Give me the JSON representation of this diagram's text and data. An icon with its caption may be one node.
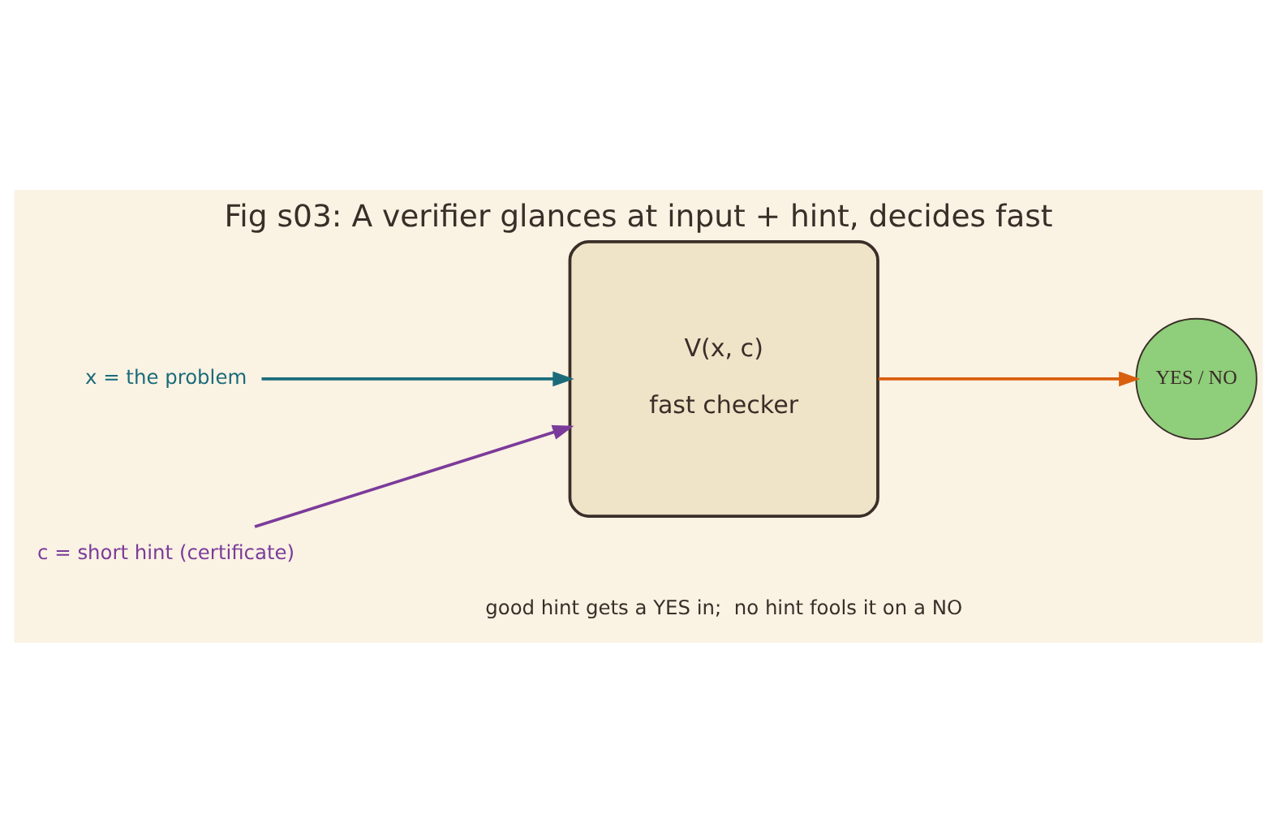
{
  "diagram": {
    "title": "Fig s03: A verifier glances at input + hint, decides fast",
    "nodes": [
      {
        "text": [
          "x = the problem"
        ]
      },
      {
        "text": [
          "c = short hint (certificate)"
        ]
      },
      {
        "text": [
          "V(x, c)",
          "fast checker"
        ]
      },
      {
        "text": [
          "YES / NO"
        ]
      }
    ],
    "edges": [
      {
        "from": 0,
        "to": 2,
        "arrow": "to",
        "color": "#1b6b7a"
      },
      {
        "from": 1,
        "to": 2,
        "arrow": "to",
        "color": "#7b3b9a"
      },
      {
        "from": 2,
        "to": 3,
        "arrow": "to",
        "color": "#d95f0e"
      }
    ],
    "labels": [
      "good hint gets a YES in;  no hint fools it on a NO"
    ]
  }
}
